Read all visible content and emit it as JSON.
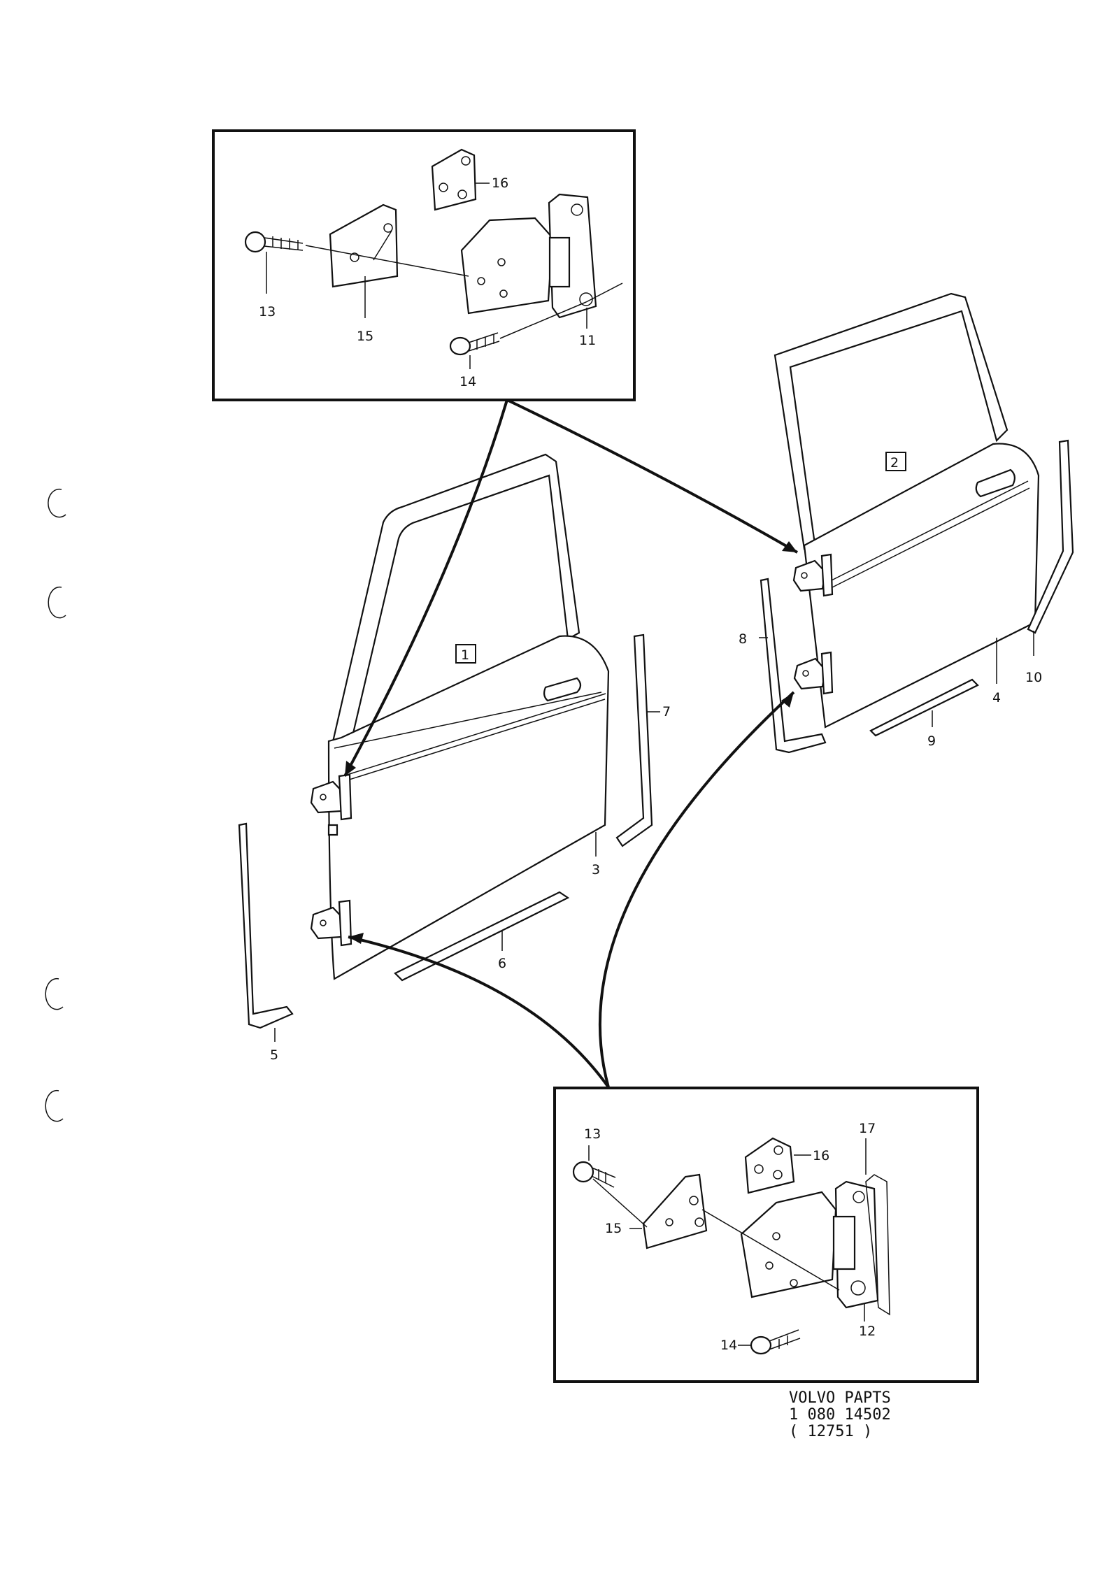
{
  "callouts": {
    "top_inset": {
      "p16": "16",
      "p13": "13",
      "p15": "15",
      "p11": "11",
      "p14": "14"
    },
    "front_door": {
      "box": "1",
      "p3": "3",
      "p5": "5",
      "p6": "6",
      "p7": "7"
    },
    "rear_door": {
      "box": "2",
      "p4": "4",
      "p8": "8",
      "p9": "9",
      "p10": "10"
    },
    "bottom_inset": {
      "p13": "13",
      "p16": "16",
      "p17": "17",
      "p15": "15",
      "p14": "14",
      "p12": "12"
    }
  },
  "footer": {
    "line1": "VOLVO PAPTS",
    "line2": "1 080 14502",
    "line3": "( 12751 )"
  }
}
